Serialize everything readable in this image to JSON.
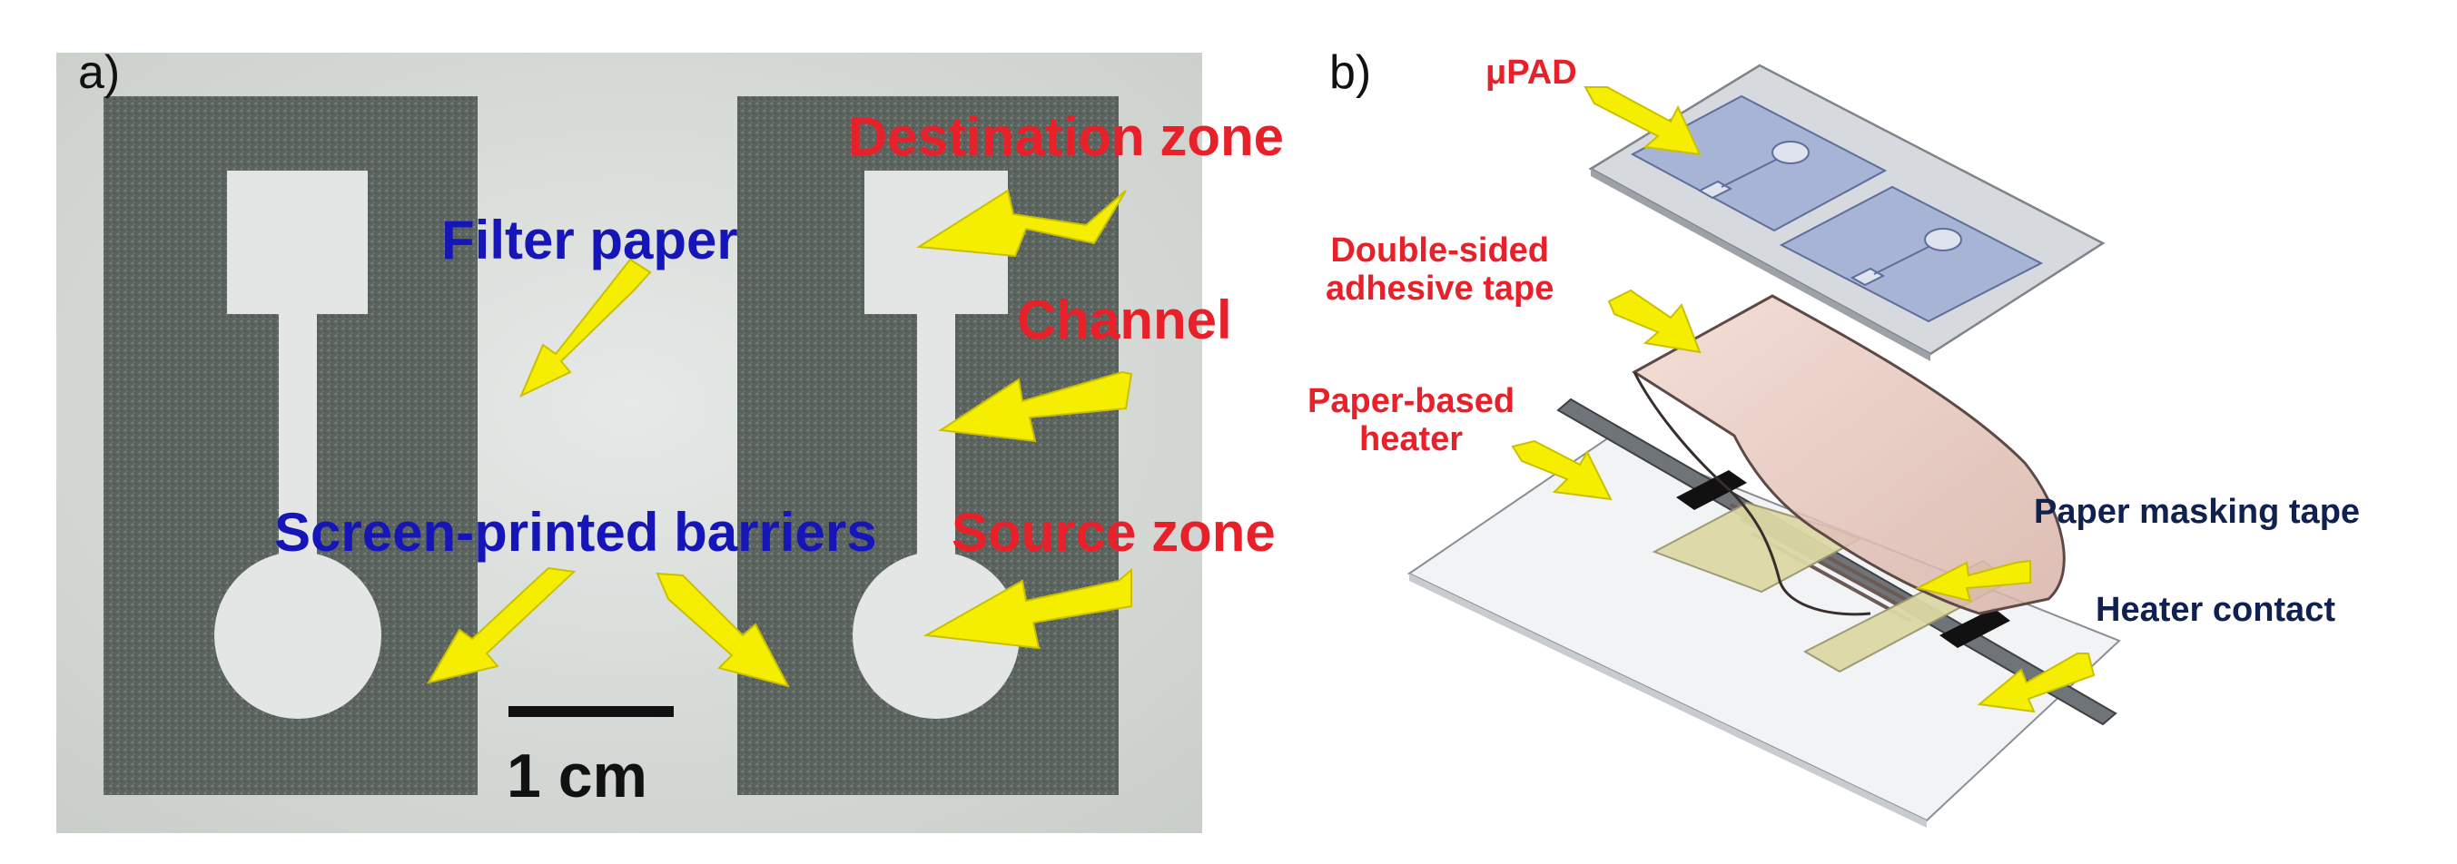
{
  "panel_a": {
    "label": "a)",
    "labels": {
      "destination": "Destination zone",
      "filter": "Filter paper",
      "channel": "Channel",
      "barriers": "Screen-printed barriers",
      "source": "Source zone",
      "scale": "1 cm"
    }
  },
  "panel_b": {
    "label": "b)",
    "labels": {
      "upad": "μPAD",
      "tape": "Double-sided\nadhesive tape",
      "heater": "Paper-based\nheater",
      "masking": "Paper masking tape",
      "contact": "Heater contact"
    }
  },
  "colors": {
    "label_red": "#e8202a",
    "label_blue": "#1616b8",
    "label_navy": "#10204f",
    "arrow_yellow": "#f5ee00",
    "barrier_gray": "#5e6660",
    "paper_light": "#dfe3e0",
    "upad_blue": "#a7b4d6",
    "tape_pink": "#e8c9bf",
    "masking_yellow": "#dcd8a4"
  }
}
